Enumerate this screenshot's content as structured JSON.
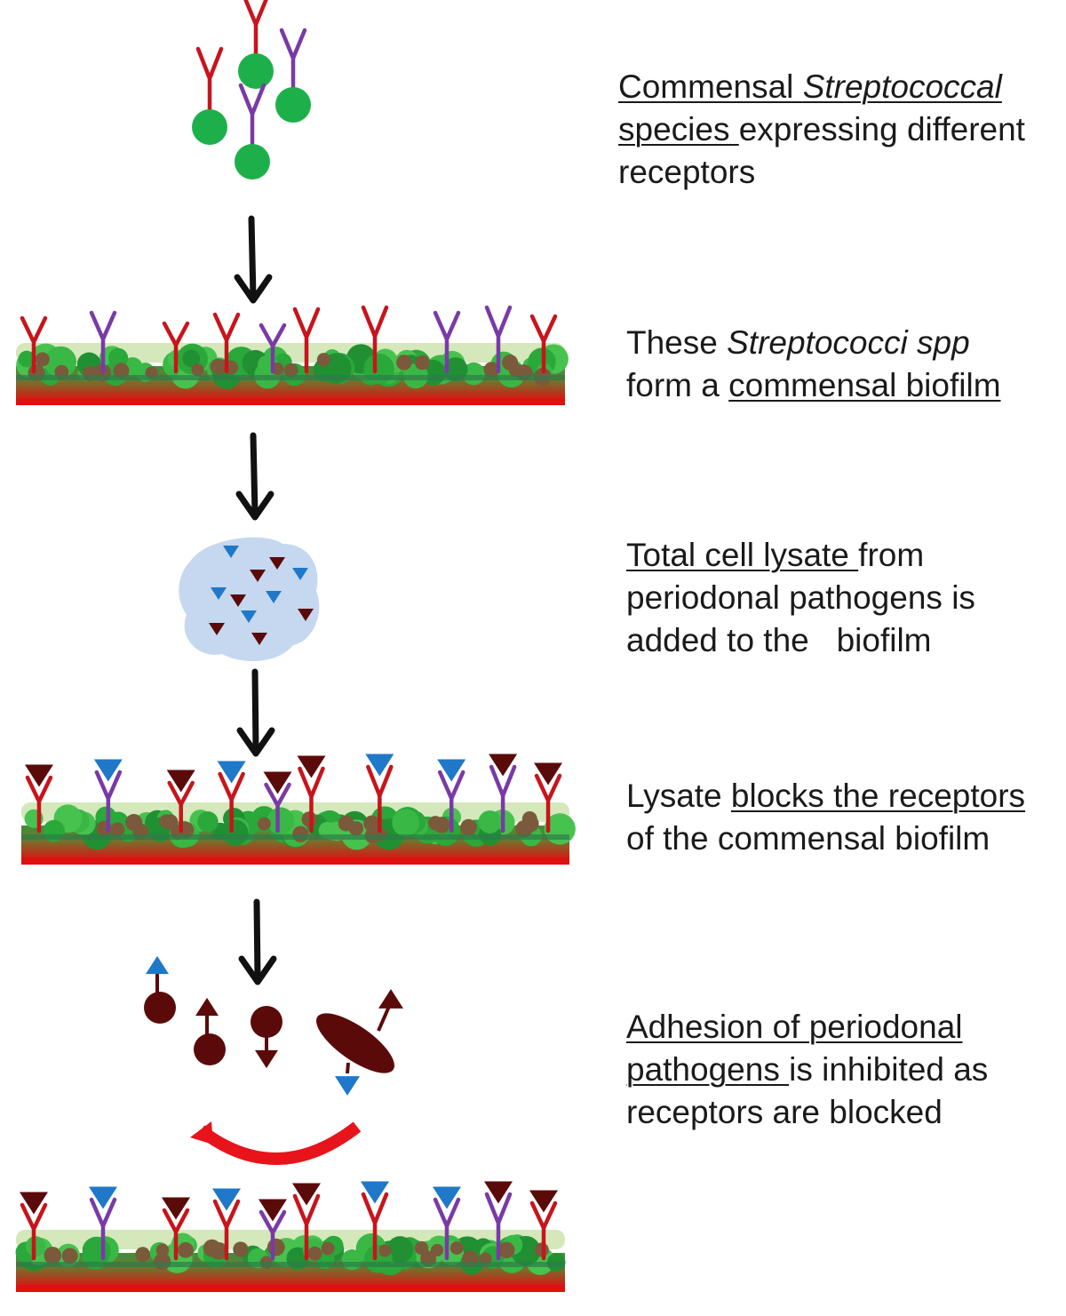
{
  "colors": {
    "cell_green": "#1db04a",
    "receptor_red": "#c8141b",
    "receptor_purple": "#7a3aa6",
    "ligand_brown": "#5b0a0a",
    "ligand_blue": "#1f78c8",
    "lysate_cloud": "#c5d8ef",
    "biofilm_green": "#3a9a2a",
    "biofilm_light": "#cfe5b4",
    "substrate_red": "#e01010",
    "arrow_black": "#111111",
    "inhibit_red": "#e8141b",
    "text": "#1a1a1a"
  },
  "steps": [
    {
      "id": "step1",
      "lines": [
        [
          {
            "t": "Commensal ",
            "s": "u"
          },
          {
            "t": "Streptococcal",
            "s": "ui"
          }
        ],
        [
          {
            "t": "species ",
            "s": "u"
          },
          {
            "t": "expressing different",
            "s": ""
          }
        ],
        [
          {
            "t": "receptors",
            "s": ""
          }
        ]
      ]
    },
    {
      "id": "step2",
      "lines": [
        [
          {
            "t": "These ",
            "s": ""
          },
          {
            "t": "Streptococci spp",
            "s": "i"
          }
        ],
        [
          {
            "t": "form a ",
            "s": ""
          },
          {
            "t": "commensal biofilm",
            "s": "u"
          }
        ]
      ]
    },
    {
      "id": "step3",
      "lines": [
        [
          {
            "t": "Total cell lysate ",
            "s": "u"
          },
          {
            "t": "from",
            "s": ""
          }
        ],
        [
          {
            "t": "periodonal pathogens is",
            "s": ""
          }
        ],
        [
          {
            "t": "added to the   biofilm",
            "s": ""
          }
        ]
      ]
    },
    {
      "id": "step4",
      "lines": [
        [
          {
            "t": "Lysate ",
            "s": ""
          },
          {
            "t": "blocks the receptors",
            "s": "u"
          }
        ],
        [
          {
            "t": "of the commensal biofilm",
            "s": ""
          }
        ]
      ]
    },
    {
      "id": "step5",
      "lines": [
        [
          {
            "t": "Adhesion of periodonal",
            "s": "u"
          }
        ],
        [
          {
            "t": "pathogens ",
            "s": "u"
          },
          {
            "t": "is inhibited as",
            "s": ""
          }
        ],
        [
          {
            "t": "receptors are blocked",
            "s": ""
          }
        ]
      ]
    }
  ],
  "receptor_sequence": [
    "red",
    "purple",
    "red",
    "red",
    "purple",
    "red",
    "red",
    "purple",
    "purple",
    "red"
  ],
  "blocking_ligand_sequence": [
    "brown",
    "blue",
    "brown",
    "blue",
    "brown",
    "brown",
    "blue",
    "blue",
    "brown",
    "brown"
  ]
}
